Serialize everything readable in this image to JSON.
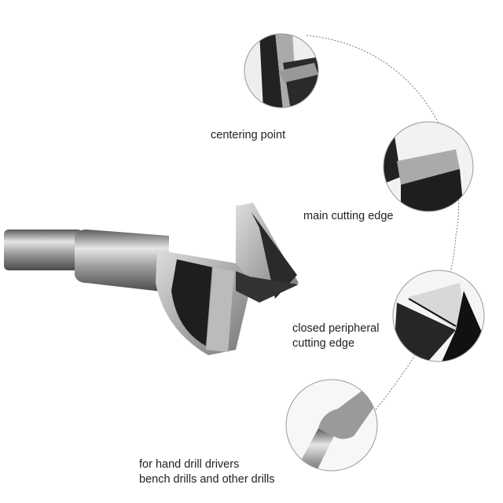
{
  "labels": {
    "centering_point": "centering point",
    "main_cutting_edge": "main cutting edge",
    "closed_peripheral_line1": "closed peripheral",
    "closed_peripheral_line2": "cutting edge",
    "compat_line1": "for hand drill drivers",
    "compat_line2": "bench drills and other drills"
  }
}
